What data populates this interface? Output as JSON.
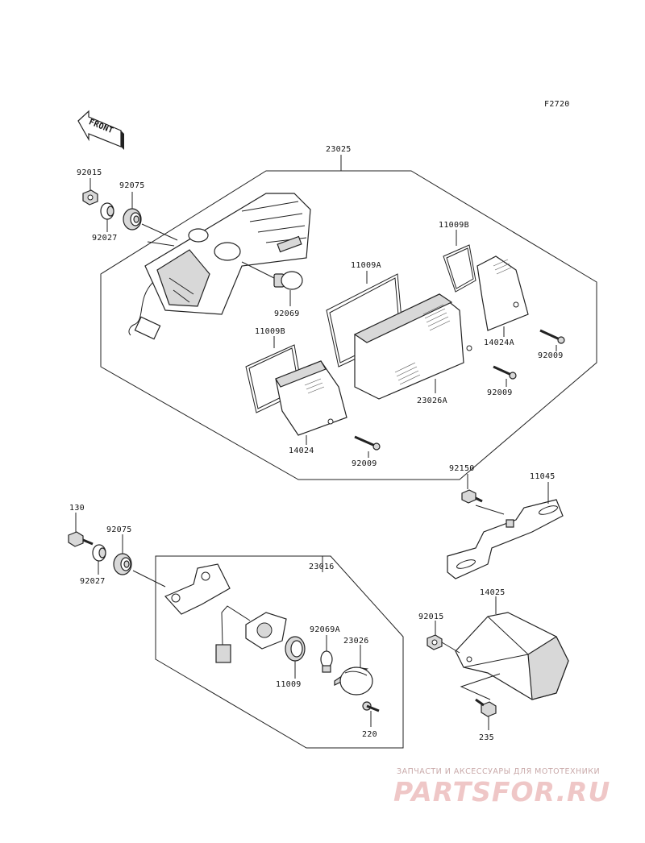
{
  "figure_code": "F2720",
  "front_label": "FRONT",
  "parts": {
    "p23025": "23025",
    "p92015a": "92015",
    "p92075a": "92075",
    "p92027a": "92027",
    "p92069": "92069",
    "p11009A": "11009A",
    "p11009Ba": "11009B",
    "p11009Bb": "11009B",
    "p14024A": "14024A",
    "p92009a": "92009",
    "p92009b": "92009",
    "p92009c": "92009",
    "p23026A": "23026A",
    "p14024": "14024",
    "p92150": "92150",
    "p11045": "11045",
    "p130": "130",
    "p92075b": "92075",
    "p92027b": "92027",
    "p23016": "23016",
    "p92069A": "92069A",
    "p23026": "23026",
    "p11009": "11009",
    "p220": "220",
    "p14025": "14025",
    "p92015b": "92015",
    "p235": "235"
  },
  "watermark": {
    "caption": "ЗАПЧАСТИ И АКСЕССУАРЫ ДЛЯ МОТОТЕХНИКИ",
    "logo": "PARTSFOR.RU"
  }
}
